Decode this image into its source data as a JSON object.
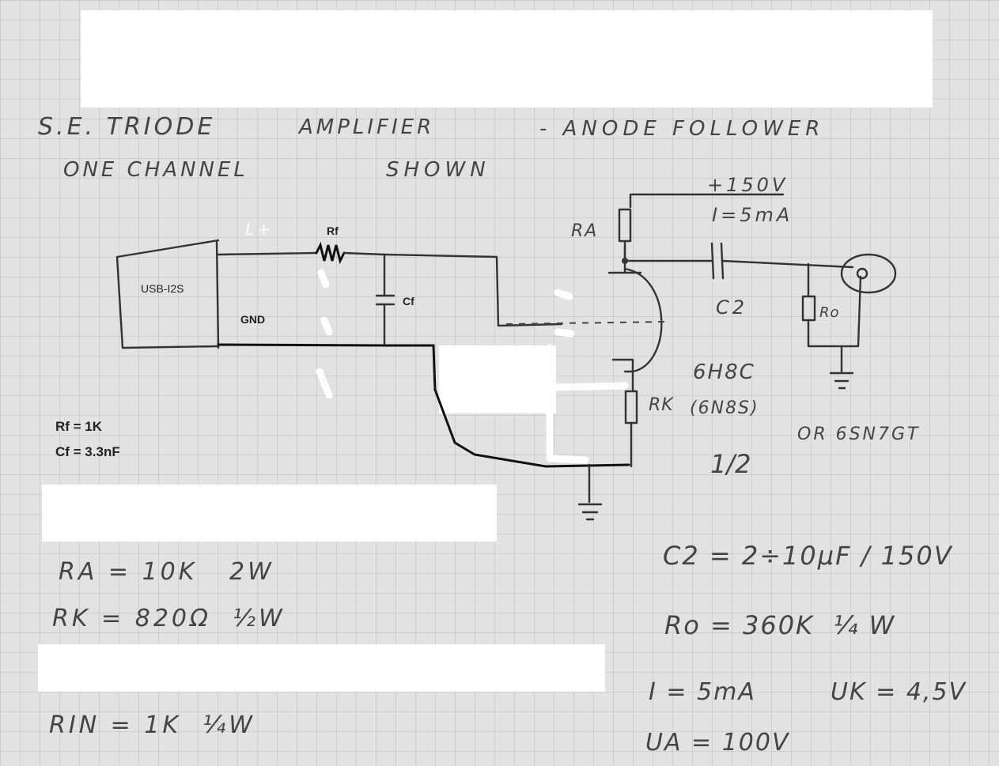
{
  "title": {
    "line1_left": "S.E. TRIODE",
    "line1_mid": "AMPLIFIER",
    "line1_right": "- ANODE FOLLOWER",
    "line2_a": "ONE CHANNEL",
    "line2_b": "SHOWN"
  },
  "labels": {
    "usb": "USB-I2S",
    "gnd": "GND",
    "l_plus": "L+",
    "rf": "Rf",
    "cf": "Cf",
    "ra": "RA",
    "supply_v": "+150V",
    "supply_i": "I=5mA",
    "c2": "C2",
    "ro": "Ro",
    "tube": "6H8C",
    "rk": "RK",
    "tube_alt1": "(6N8S)",
    "half": "1/2",
    "tube_alt2": "OR 6SN7GT"
  },
  "values": {
    "rf": "Rf = 1K",
    "cf": "Cf = 3.3nF",
    "ra": "RA = 10K   2W",
    "rk": "RK = 820Ω  ½W",
    "rin": "RIN = 1K  ¼W",
    "c2": "C2 = 2÷10µF / 150V",
    "ro": "Ro = 360K  ¼ W",
    "i": "I = 5mA",
    "uk": "UK = 4,5V",
    "ua": "UA = 100V"
  },
  "colors": {
    "ink": "#333333",
    "paper": "#e2e2e2",
    "mask": "#ffffff"
  }
}
